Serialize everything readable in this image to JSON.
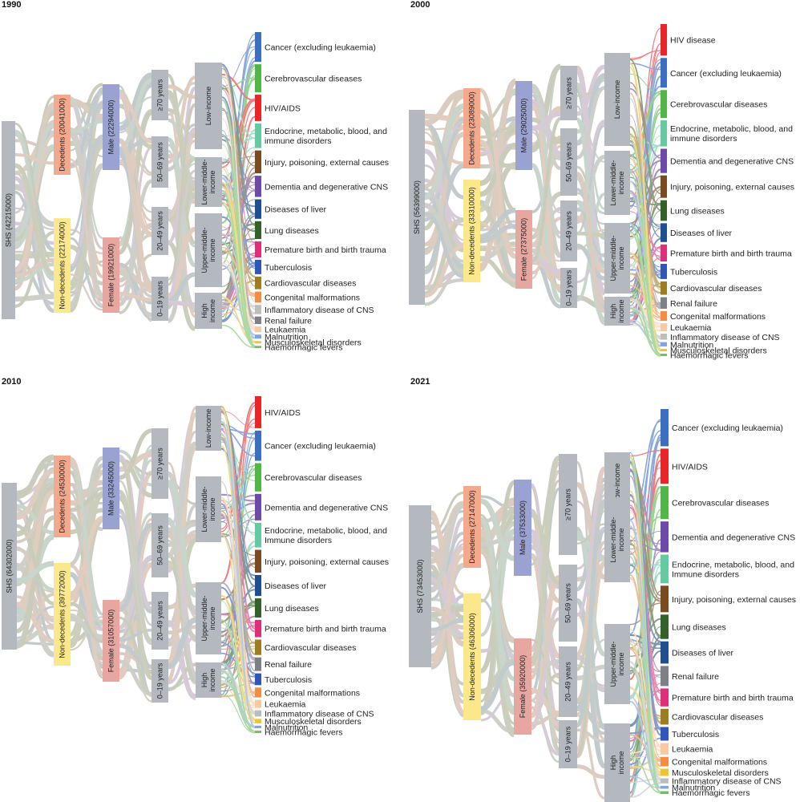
{
  "chart_data": [
    {
      "type": "sankey",
      "title": "1990",
      "columns": [
        {
          "stage": "total",
          "nodes": [
            {
              "label": "SHS (42215000)",
              "value": 42215000,
              "color": "#b3b9be"
            }
          ]
        },
        {
          "stage": "status",
          "nodes": [
            {
              "label": "Decedents (20041000)",
              "value": 20041000,
              "color": "#f4a98c"
            },
            {
              "label": "Non-decedents (22174000)",
              "value": 22174000,
              "color": "#fbe88a"
            }
          ]
        },
        {
          "stage": "sex",
          "nodes": [
            {
              "label": "Male (22294000)",
              "value": 22294000,
              "color": "#9aa2d2"
            },
            {
              "label": "Female (19921000)",
              "value": 19921000,
              "color": "#e7a7a0"
            }
          ]
        },
        {
          "stage": "age",
          "nodes": [
            {
              "label": "≥70 years",
              "color": "#b3b9be"
            },
            {
              "label": "50–69 years",
              "color": "#b3b9be"
            },
            {
              "label": "20–49 years",
              "color": "#b3b9be"
            },
            {
              "label": "0–19 years",
              "color": "#b3b9be"
            }
          ]
        },
        {
          "stage": "income",
          "nodes": [
            {
              "label": "Low-income",
              "color": "#b3b9be"
            },
            {
              "label": "Lower-middle-income",
              "color": "#b3b9be"
            },
            {
              "label": "Upper-middle-income",
              "color": "#b3b9be"
            },
            {
              "label": "High income",
              "color": "#b3b9be"
            }
          ]
        }
      ],
      "causes": [
        {
          "label": "Cancer (excluding leukaemia)",
          "color": "#3c6fc2"
        },
        {
          "label": "Cerebrovascular diseases",
          "color": "#52b548"
        },
        {
          "label": "HIV/AIDS",
          "color": "#e8262a"
        },
        {
          "label": "Endocrine, metabolic, blood, and immune disorders",
          "color": "#65c9a1"
        },
        {
          "label": "Injury, poisoning, external causes",
          "color": "#7a4a21"
        },
        {
          "label": "Dementia and degenerative CNS",
          "color": "#6e4aa8"
        },
        {
          "label": "Diseases of liver",
          "color": "#1f4f8f"
        },
        {
          "label": "Lung diseases",
          "color": "#34602a"
        },
        {
          "label": "Premature birth and birth trauma",
          "color": "#df2f79"
        },
        {
          "label": "Tuberculosis",
          "color": "#2f57b9"
        },
        {
          "label": "Cardiovascular diseases",
          "color": "#9c7d22"
        },
        {
          "label": "Congenital malformations",
          "color": "#f38d44"
        },
        {
          "label": "Inflammatory disease of CNS",
          "color": "#bdbdbd"
        },
        {
          "label": "Renal failure",
          "color": "#7e8088"
        },
        {
          "label": "Leukaemia",
          "color": "#f8c9a2"
        },
        {
          "label": "Malnutrition",
          "color": "#7fa7dc"
        },
        {
          "label": "Musculoskeletal disorders",
          "color": "#ecc434"
        },
        {
          "label": "Haemorrhagic fevers",
          "color": "#71c260"
        }
      ]
    },
    {
      "type": "sankey",
      "title": "2000",
      "columns": [
        {
          "stage": "total",
          "nodes": [
            {
              "label": "SHS (56399000)",
              "value": 56399000,
              "color": "#b3b9be"
            }
          ]
        },
        {
          "stage": "status",
          "nodes": [
            {
              "label": "Decedents (23089000)",
              "value": 23089000,
              "color": "#f4a98c"
            },
            {
              "label": "Non-decedents (33310000)",
              "value": 33310000,
              "color": "#fbe88a"
            }
          ]
        },
        {
          "stage": "sex",
          "nodes": [
            {
              "label": "Male (29025000)",
              "value": 29025000,
              "color": "#9aa2d2"
            },
            {
              "label": "Female (27375000)",
              "value": 27375000,
              "color": "#e7a7a0"
            }
          ]
        },
        {
          "stage": "age",
          "nodes": [
            {
              "label": "≥70 years",
              "color": "#b3b9be"
            },
            {
              "label": "50–69 years",
              "color": "#b3b9be"
            },
            {
              "label": "20–49 years",
              "color": "#b3b9be"
            },
            {
              "label": "0–19 years",
              "color": "#b3b9be"
            }
          ]
        },
        {
          "stage": "income",
          "nodes": [
            {
              "label": "Low-income",
              "color": "#b3b9be"
            },
            {
              "label": "Lower-middle-income",
              "color": "#b3b9be"
            },
            {
              "label": "Upper-middle-income",
              "color": "#b3b9be"
            },
            {
              "label": "High income",
              "color": "#b3b9be"
            }
          ]
        }
      ],
      "causes": [
        {
          "label": "HIV disease",
          "color": "#e8262a"
        },
        {
          "label": "Cancer (excluding leukaemia)",
          "color": "#3c6fc2"
        },
        {
          "label": "Cerebrovascular diseases",
          "color": "#52b548"
        },
        {
          "label": "Endocrine, metabolic, blood, and immune disorders",
          "color": "#65c9a1"
        },
        {
          "label": "Dementia and degenerative CNS",
          "color": "#6e4aa8"
        },
        {
          "label": "Injury, poisoning, external causes",
          "color": "#7a4a21"
        },
        {
          "label": "Lung diseases",
          "color": "#34602a"
        },
        {
          "label": "Diseases of liver",
          "color": "#1f4f8f"
        },
        {
          "label": "Premature birth and birth trauma",
          "color": "#df2f79"
        },
        {
          "label": "Tuberculosis",
          "color": "#2f57b9"
        },
        {
          "label": "Cardiovascular diseases",
          "color": "#9c7d22"
        },
        {
          "label": "Renal failure",
          "color": "#7e8088"
        },
        {
          "label": "Congenital malformations",
          "color": "#f38d44"
        },
        {
          "label": "Leukaemia",
          "color": "#f8c9a2"
        },
        {
          "label": "Inflammatory disease of CNS",
          "color": "#bdbdbd"
        },
        {
          "label": "Malnutrition",
          "color": "#7fa7dc"
        },
        {
          "label": "Musculoskeletal disorders",
          "color": "#ecc434"
        },
        {
          "label": "Haemorrhagic fevers",
          "color": "#71c260"
        }
      ]
    },
    {
      "type": "sankey",
      "title": "2010",
      "columns": [
        {
          "stage": "total",
          "nodes": [
            {
              "label": "SHS (64302000)",
              "value": 64302000,
              "color": "#b3b9be"
            }
          ]
        },
        {
          "stage": "status",
          "nodes": [
            {
              "label": "Decedents (24530000)",
              "value": 24530000,
              "color": "#f4a98c"
            },
            {
              "label": "Non-decedents (39772000)",
              "value": 39772000,
              "color": "#fbe88a"
            }
          ]
        },
        {
          "stage": "sex",
          "nodes": [
            {
              "label": "Male (33245000)",
              "value": 33245000,
              "color": "#9aa2d2"
            },
            {
              "label": "Female (31057000)",
              "value": 31057000,
              "color": "#e7a7a0"
            }
          ]
        },
        {
          "stage": "age",
          "nodes": [
            {
              "label": "≥70 years",
              "color": "#b3b9be"
            },
            {
              "label": "50–69 years",
              "color": "#b3b9be"
            },
            {
              "label": "20–49 years",
              "color": "#b3b9be"
            },
            {
              "label": "0–19 years",
              "color": "#b3b9be"
            }
          ]
        },
        {
          "stage": "income",
          "nodes": [
            {
              "label": "Low-income",
              "color": "#b3b9be"
            },
            {
              "label": "Lower-middle-income",
              "color": "#b3b9be"
            },
            {
              "label": "Upper-middle-income",
              "color": "#b3b9be"
            },
            {
              "label": "High income",
              "color": "#b3b9be"
            }
          ]
        }
      ],
      "causes": [
        {
          "label": "HIV/AIDS",
          "color": "#e8262a"
        },
        {
          "label": "Cancer (excluding leukaemia)",
          "color": "#3c6fc2"
        },
        {
          "label": "Cerebrovascular diseases",
          "color": "#52b548"
        },
        {
          "label": "Dementia and degenerative CNS",
          "color": "#6e4aa8"
        },
        {
          "label": "Endocrine, metabolic, blood, and Immune disorders",
          "color": "#65c9a1"
        },
        {
          "label": "Injury, poisoning, external causes",
          "color": "#7a4a21"
        },
        {
          "label": "Diseases of liver",
          "color": "#1f4f8f"
        },
        {
          "label": "Lung diseases",
          "color": "#34602a"
        },
        {
          "label": "Premature birth and birth trauma",
          "color": "#df2f79"
        },
        {
          "label": "Cardiovascular diseases",
          "color": "#9c7d22"
        },
        {
          "label": "Renal failure",
          "color": "#7e8088"
        },
        {
          "label": "Tuberculosis",
          "color": "#2f57b9"
        },
        {
          "label": "Congenital malformations",
          "color": "#f38d44"
        },
        {
          "label": "Leukaemia",
          "color": "#f8c9a2"
        },
        {
          "label": "Inflammatory disease of CNS",
          "color": "#bdbdbd"
        },
        {
          "label": "Musculoskeletal disorders",
          "color": "#ecc434"
        },
        {
          "label": "Malnutrition",
          "color": "#7fa7dc"
        },
        {
          "label": "Haemorrhagic fevers",
          "color": "#71c260"
        }
      ]
    },
    {
      "type": "sankey",
      "title": "2021",
      "columns": [
        {
          "stage": "total",
          "nodes": [
            {
              "label": "SHS (73453000)",
              "value": 73453000,
              "color": "#b3b9be"
            }
          ]
        },
        {
          "stage": "status",
          "nodes": [
            {
              "label": "Decedents (27147000)",
              "value": 27147000,
              "color": "#f4a98c"
            },
            {
              "label": "Non-decedents (46306000)",
              "value": 46306000,
              "color": "#fbe88a"
            }
          ]
        },
        {
          "stage": "sex",
          "nodes": [
            {
              "label": "Male (37533000)",
              "value": 37533000,
              "color": "#9aa2d2"
            },
            {
              "label": "Female (35920000)",
              "value": 35920000,
              "color": "#e7a7a0"
            }
          ]
        },
        {
          "stage": "age",
          "nodes": [
            {
              "label": "≥70 years",
              "color": "#b3b9be"
            },
            {
              "label": "50–69 years",
              "color": "#b3b9be"
            },
            {
              "label": "20–49 years",
              "color": "#b3b9be"
            },
            {
              "label": "0–19 years",
              "color": "#b3b9be"
            }
          ]
        },
        {
          "stage": "income",
          "nodes": [
            {
              "label": "Low-income",
              "color": "#b3b9be"
            },
            {
              "label": "Lower-middle-income",
              "color": "#b3b9be"
            },
            {
              "label": "Upper-middle-income",
              "color": "#b3b9be"
            },
            {
              "label": "High income",
              "color": "#b3b9be"
            }
          ]
        }
      ],
      "causes": [
        {
          "label": "Cancer (excluding leukaemia)",
          "color": "#3c6fc2"
        },
        {
          "label": "HIV/AIDS",
          "color": "#e8262a"
        },
        {
          "label": "Cerebrovascular diseases",
          "color": "#52b548"
        },
        {
          "label": "Dementia and degenerative CNS",
          "color": "#6e4aa8"
        },
        {
          "label": "Endocrine, metabolic, blood, and Immune disorders",
          "color": "#65c9a1"
        },
        {
          "label": "Injury, poisoning, external causes",
          "color": "#7a4a21"
        },
        {
          "label": "Lung diseases",
          "color": "#34602a"
        },
        {
          "label": "Diseases of liver",
          "color": "#1f4f8f"
        },
        {
          "label": "Renal failure",
          "color": "#7e8088"
        },
        {
          "label": "Premature birth and birth trauma",
          "color": "#df2f79"
        },
        {
          "label": "Cardiovascular diseases",
          "color": "#9c7d22"
        },
        {
          "label": "Tuberculosis",
          "color": "#2f57b9"
        },
        {
          "label": "Leukaemia",
          "color": "#f8c9a2"
        },
        {
          "label": "Congenital malformations",
          "color": "#f38d44"
        },
        {
          "label": "Musculoskeletal disorders",
          "color": "#ecc434"
        },
        {
          "label": "Inflammatory disease of CNS",
          "color": "#bdbdbd"
        },
        {
          "label": "Malnutrition",
          "color": "#7fa7dc"
        },
        {
          "label": "Haemorrhagic fevers",
          "color": "#71c260"
        }
      ]
    }
  ]
}
